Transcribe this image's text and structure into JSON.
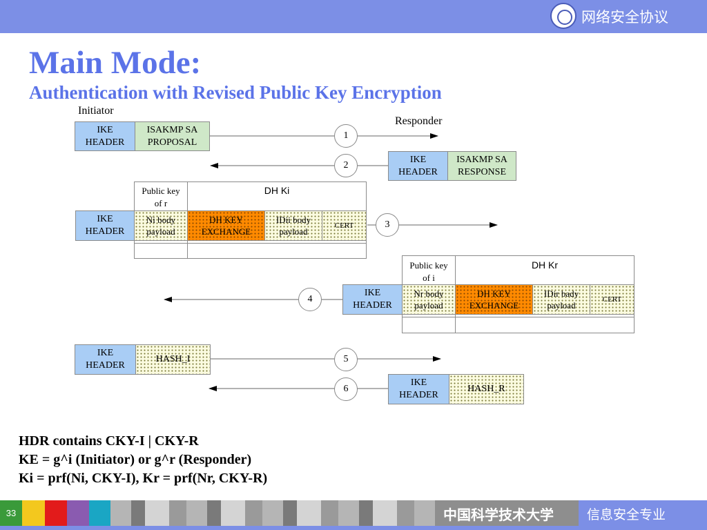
{
  "header": {
    "course": "网络安全协议"
  },
  "title": "Main Mode:",
  "subtitle": "Authentication with Revised Public Key Encryption",
  "diagram": {
    "initiator": "Initiator",
    "responder": "Responder",
    "ike_l1": "IKE",
    "ike_l2": "HEADER",
    "msg1": {
      "step": "1",
      "p_l1": "ISAKMP SA",
      "p_l2": "PROPOSAL"
    },
    "msg2": {
      "step": "2",
      "p_l1": "ISAKMP SA",
      "p_l2": "RESPONSE"
    },
    "msg3": {
      "step": "3",
      "pk_l1": "Public key",
      "pk_l2": "of r",
      "dh": "DH Ki",
      "nonce_l1": "Ni body",
      "nonce_l2": "payload",
      "ke_l1": "DH KEY",
      "ke_l2": "EXCHANGE",
      "id_l1": "IDii body",
      "id_l2": "payload",
      "cert": "CERT"
    },
    "msg4": {
      "step": "4",
      "pk_l1": "Public key",
      "pk_l2": "of i",
      "dh": "DH Kr",
      "nonce_l1": "Nr body",
      "nonce_l2": "payload",
      "ke_l1": "DH KEY",
      "ke_l2": "EXCHANGE",
      "id_l1": "IDir bady",
      "id_l2": "payload",
      "cert": "CERT"
    },
    "msg5": {
      "step": "5",
      "hash": "HASH_I"
    },
    "msg6": {
      "step": "6",
      "hash": "HASH_R"
    }
  },
  "notes": [
    "HDR contains CKY-I | CKY-R",
    "KE = g^i (Initiator) or g^r (Responder)",
    "Ki = prf(Ni, CKY-I), Kr = prf(Nr, CKY-R)"
  ],
  "footer": {
    "page": "33",
    "school": "中国科学技术大学",
    "major": "信息安全专业"
  },
  "colors": {
    "theme": "#7c8fe6",
    "title": "#5b73e8",
    "ike_header": "#a9cdf5",
    "sa_payload": "#cfe8c8",
    "dh_exchange": "#ff8a00"
  }
}
